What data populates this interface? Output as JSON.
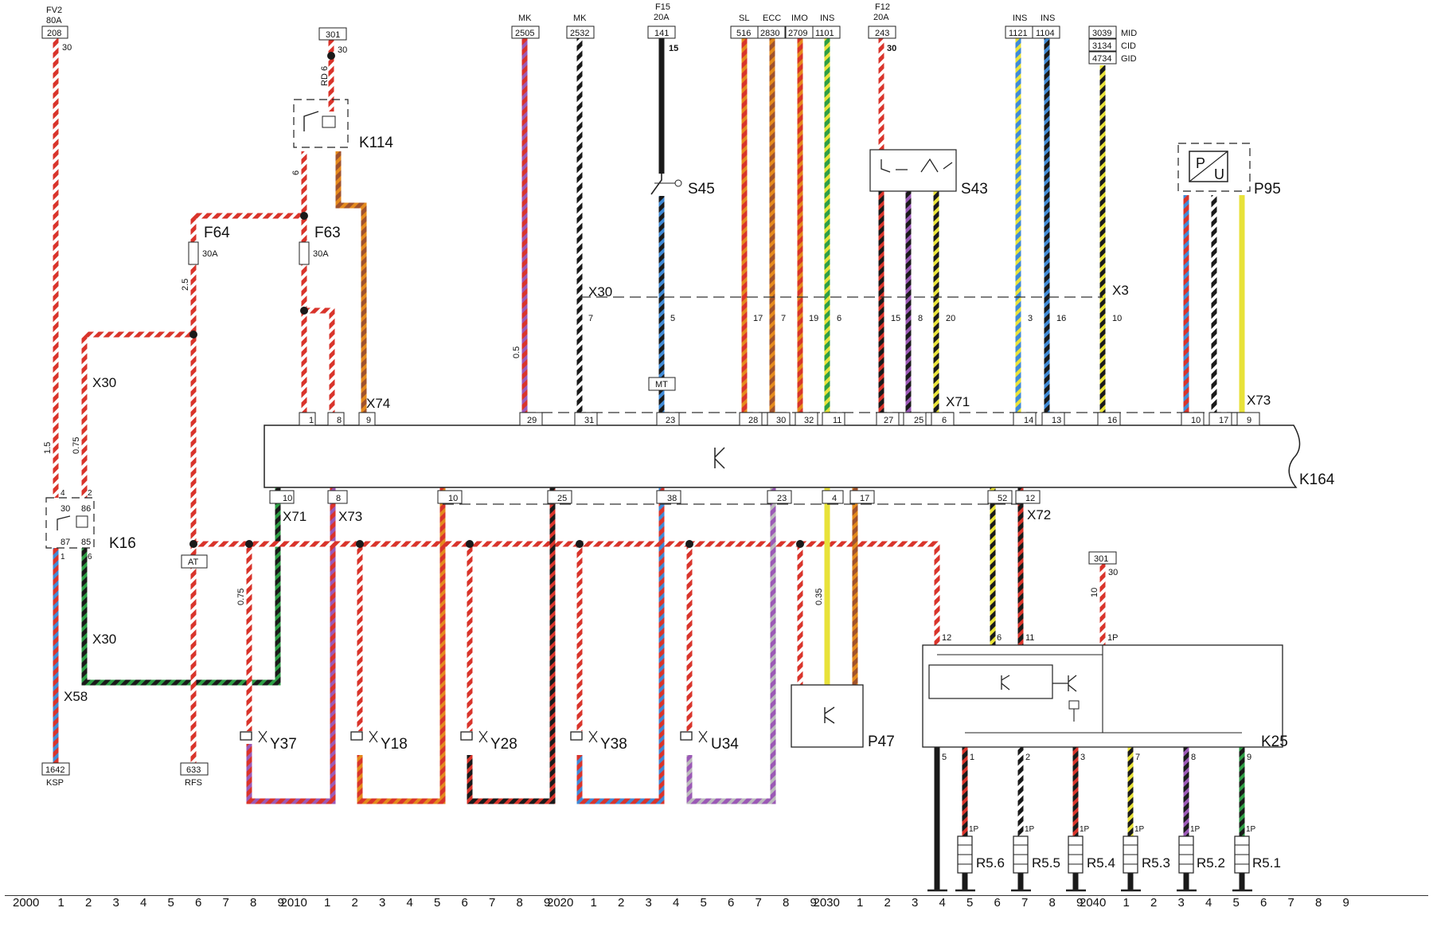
{
  "top_terminals": [
    {
      "id": "208",
      "label": "FV2",
      "sub": "80A",
      "pin": "30"
    },
    {
      "id": "301",
      "pin": "30",
      "wire": "RD 6"
    },
    {
      "id": "2505",
      "label": "MK"
    },
    {
      "id": "2532",
      "label": "MK"
    },
    {
      "id": "141",
      "label": "F15",
      "sub": "20A",
      "pin": "15"
    },
    {
      "id": "516",
      "label": "SL"
    },
    {
      "id": "2830",
      "label": "ECC"
    },
    {
      "id": "2709",
      "label": "IMO"
    },
    {
      "id": "1101",
      "label": "INS"
    },
    {
      "id": "243",
      "label": "F12",
      "sub": "20A",
      "pin": "30"
    },
    {
      "id": "1121",
      "label": "INS"
    },
    {
      "id": "1104",
      "label": "INS"
    },
    {
      "id": "3039",
      "label": "MID"
    },
    {
      "id": "3134",
      "label": "CID"
    },
    {
      "id": "4734",
      "label": "GID"
    }
  ],
  "components": {
    "K114": "K114",
    "S45": "S45",
    "S43": "S43",
    "P95": "P95",
    "P95_p": "P",
    "P95_u": "U",
    "K164": "K164",
    "K16": "K16",
    "K25": "K25",
    "P47": "P47",
    "F64": "F64",
    "F63": "F63",
    "F64_rating": "30A",
    "F63_rating": "30A",
    "Y37": "Y37",
    "Y18": "Y18",
    "Y28": "Y28",
    "Y38": "Y38",
    "U34": "U34",
    "R56": "R5.6",
    "R55": "R5.5",
    "R54": "R5.4",
    "R53": "R5.3",
    "R52": "R5.2",
    "R51": "R5.1"
  },
  "connectors": {
    "X30": "X30",
    "X74": "X74",
    "X71": "X71",
    "X73": "X73",
    "X3": "X3",
    "X72": "X72",
    "X58": "X58",
    "MT": "MT",
    "AT": "AT"
  },
  "bottom_terminals": [
    {
      "id": "1642",
      "label": "KSP"
    },
    {
      "id": "633",
      "label": "RFS"
    },
    {
      "id": "301",
      "pin": "30"
    }
  ],
  "k16_pins": [
    "30",
    "86",
    "87",
    "85",
    "4",
    "2",
    "1",
    "6"
  ],
  "k164_top_pins": [
    "1",
    "8",
    "9",
    "29",
    "31",
    "23",
    "28",
    "30",
    "32",
    "11",
    "27",
    "25",
    "6",
    "14",
    "13",
    "16",
    "10",
    "17",
    "9"
  ],
  "k164_bottom_pins": [
    "10",
    "8",
    "10",
    "25",
    "38",
    "23",
    "4",
    "17",
    "52",
    "12"
  ],
  "k25_pins": [
    "12",
    "6",
    "11",
    "1P",
    "5",
    "1",
    "2",
    "3",
    "7",
    "8",
    "9"
  ],
  "resistor_pins": [
    "1P",
    "1P",
    "1P",
    "1P",
    "1P",
    "1P"
  ],
  "x30_pins": [
    "7",
    "5",
    "17",
    "7",
    "19",
    "6",
    "15",
    "8",
    "20",
    "3",
    "16",
    "10"
  ],
  "wire_sizes": [
    "1.5",
    "0.75",
    "2.5",
    "6",
    "0.5",
    "0.35",
    "10",
    "0.75"
  ],
  "scale_row": {
    "decades": [
      "2000",
      "2010",
      "2020",
      "2030",
      "2040"
    ],
    "digits": [
      "1",
      "2",
      "3",
      "4",
      "5",
      "6",
      "7",
      "8",
      "9"
    ]
  },
  "colors": {
    "red": "#d9342b",
    "blue": "#3f8ad6",
    "black": "#1a1a1a",
    "green": "#2e9e45",
    "yellow": "#e8e23a",
    "brown": "#a0522d",
    "violet": "#9b59b6",
    "orange": "#e48a1c",
    "grey": "#9a9a9a",
    "white": "#f4f4f4"
  }
}
